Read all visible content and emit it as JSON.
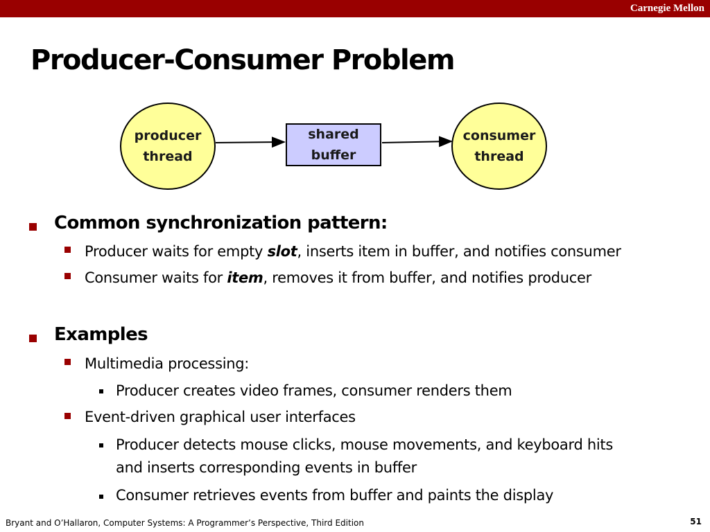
{
  "header": {
    "brand": "Carnegie Mellon"
  },
  "slide": {
    "title": "Producer-Consumer Problem"
  },
  "diagram": {
    "producer": {
      "line1": "producer",
      "line2": "thread"
    },
    "buffer": {
      "line1": "shared",
      "line2": "buffer"
    },
    "consumer": {
      "line1": "consumer",
      "line2": "thread"
    }
  },
  "sections": {
    "pattern": {
      "heading": "Common synchronization pattern:",
      "item1": {
        "before": "Producer waits for empty ",
        "emph": "slot",
        "after": ", inserts item in buffer, and notifies consumer"
      },
      "item2": {
        "before": "Consumer waits for ",
        "emph": "item",
        "after": ", removes it from buffer, and notifies producer"
      }
    },
    "examples": {
      "heading": "Examples",
      "multimedia": "Multimedia processing:",
      "multimedia_sub": "Producer creates video frames, consumer renders them",
      "gui": " Event-driven graphical user interfaces",
      "gui_sub1_line1": "Producer detects mouse clicks, mouse movements, and keyboard hits",
      "gui_sub1_line2": "and inserts corresponding events in buffer",
      "gui_sub2": " Consumer retrieves events from buffer and paints the display"
    }
  },
  "footer": {
    "citation": "Bryant and O’Hallaron, Computer Systems: A Programmer’s Perspective, Third Edition",
    "page": "51"
  },
  "colors": {
    "brand_bar": "#990000",
    "thread_fill": "#ffff99",
    "buffer_fill": "#ccccff",
    "bullet": "#990000"
  }
}
